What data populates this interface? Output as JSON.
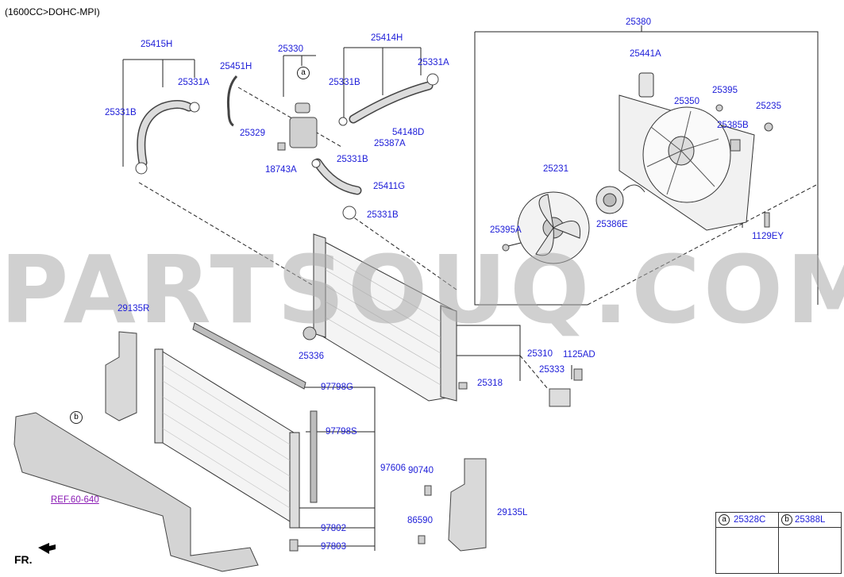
{
  "header": {
    "engine_label": "(1600CC>DOHC-MPI)"
  },
  "watermark": "PARTSOUQ.COM",
  "direction_label": "FR.",
  "reference": {
    "label": "REF.60-640"
  },
  "callouts": {
    "a": "a",
    "b": "b"
  },
  "parts": {
    "p25380": "25380",
    "p25441A": "25441A",
    "p25395_top": "25395",
    "p25350": "25350",
    "p25235": "25235",
    "p25385B": "25385B",
    "p25231": "25231",
    "p25395A": "25395A",
    "p25386E": "25386E",
    "p1129EY": "1129EY",
    "p25415H": "25415H",
    "p25331A_left": "25331A",
    "p25331B_left": "25331B",
    "p25451H": "25451H",
    "p25330": "25330",
    "p25414H": "25414H",
    "p25331A_right": "25331A",
    "p25331B_mid": "25331B",
    "p25329": "25329",
    "p54148D": "54148D",
    "p25387A": "25387A",
    "p18743A": "18743A",
    "p25331B_lower": "25331B",
    "p25411G": "25411G",
    "p25331B_bottom": "25331B",
    "p29135R": "29135R",
    "p25336": "25336",
    "p25310": "25310",
    "p1125AD": "1125AD",
    "p25333": "25333",
    "p25318": "25318",
    "p97798G": "97798G",
    "p97798S": "97798S",
    "p97606": "97606",
    "p90740": "90740",
    "p29135L": "29135L",
    "p86590": "86590",
    "p97802": "97802",
    "p97803": "97803"
  },
  "legend": {
    "a_code": "25328C",
    "b_code": "25388L",
    "a_letter": "a",
    "b_letter": "b"
  }
}
